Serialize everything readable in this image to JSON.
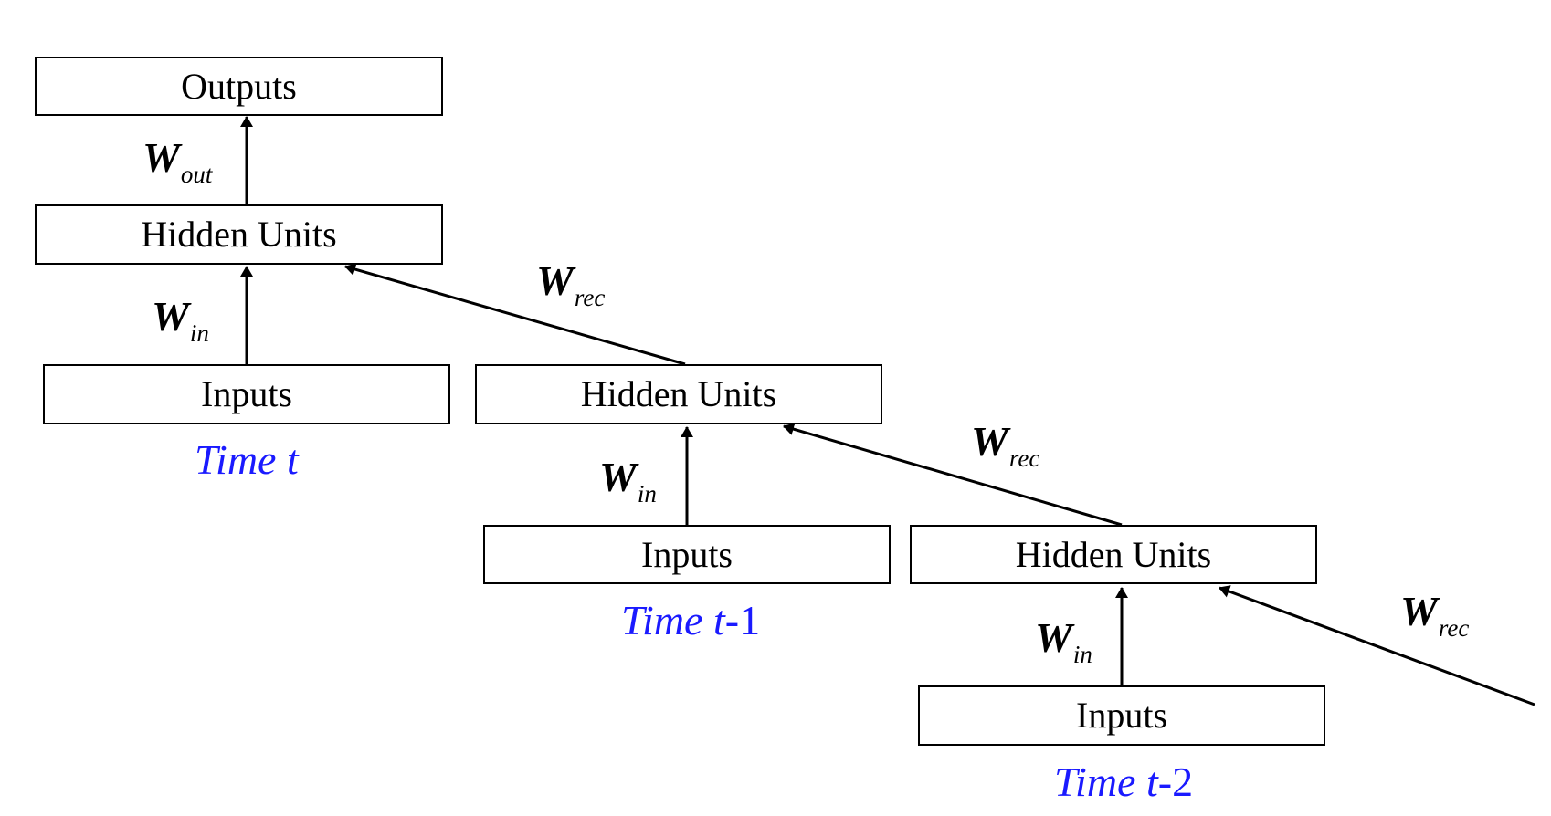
{
  "diagram": {
    "step0": {
      "outputs_label": "Outputs",
      "hidden_label": "Hidden Units",
      "inputs_label": "Inputs",
      "time_prefix": "Time",
      "time_var": "t",
      "time_suffix": ""
    },
    "step1": {
      "hidden_label": "Hidden Units",
      "inputs_label": "Inputs",
      "time_prefix": "Time",
      "time_var": "t",
      "time_suffix": "-1"
    },
    "step2": {
      "hidden_label": "Hidden Units",
      "inputs_label": "Inputs",
      "time_prefix": "Time",
      "time_var": "t",
      "time_suffix": "-2"
    },
    "weights": {
      "symbol": "W",
      "out_sub": "out",
      "in_sub": "in",
      "rec_sub": "rec"
    },
    "colors": {
      "time_label": "#1a1aff",
      "line": "#000000"
    }
  }
}
